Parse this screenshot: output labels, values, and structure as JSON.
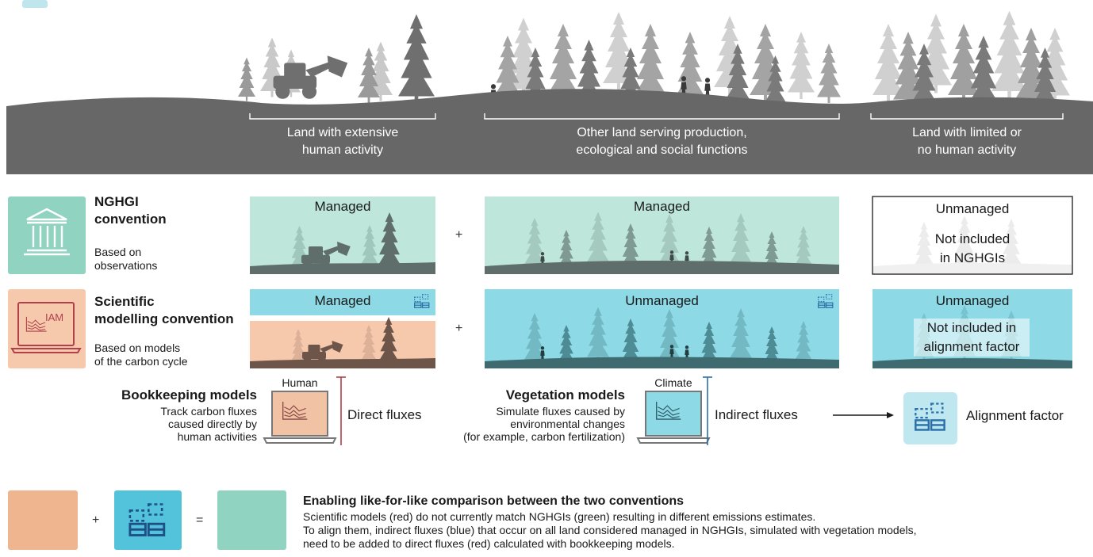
{
  "landscape": {
    "labels": [
      "Land with extensive\nhuman activity",
      "Other land serving production,\necological and social functions",
      "Land with limited or\nno human activity"
    ]
  },
  "nghgi": {
    "title": "NGHGI\nconvention",
    "subtitle": "Based on\nobservations",
    "panels": [
      "Managed",
      "Managed",
      "Unmanaged"
    ],
    "not_included": "Not included\nin NGHGIs"
  },
  "scientific": {
    "title": "Scientific\nmodelling convention",
    "subtitle": "Based on models\nof the carbon cycle",
    "panels": [
      "Managed",
      "Unmanaged",
      "Unmanaged"
    ],
    "not_included": "Not included in\nalignment factor",
    "icon_text": "IAM"
  },
  "operators": {
    "plus": "+",
    "equals": "="
  },
  "bookkeeping": {
    "title": "Bookkeeping models",
    "desc": "Track carbon fluxes\ncaused directly by\nhuman activities",
    "laptop_label": "Human",
    "flux": "Direct fluxes"
  },
  "vegetation": {
    "title": "Vegetation models",
    "desc": "Simulate fluxes caused by\nenvironmental changes\n(for example, carbon fertilization)",
    "laptop_label": "Climate",
    "flux": "Indirect fluxes"
  },
  "alignment": {
    "label": "Alignment factor"
  },
  "bottom": {
    "title": "Enabling like-for-like comparison between the two conventions",
    "lines": [
      "Scientific models (red) do not currently match NGHGIs (green) resulting in different emissions estimates.",
      "To align them, indirect fluxes (blue) that occur on all land considered managed in NGHGIs, simulated with vegetation models,",
      "need to be added to direct fluxes (red) calculated with bookkeeping models."
    ]
  },
  "colors": {
    "ground": "#676767",
    "green": "#bfe6da",
    "green_strong": "#8fd3c0",
    "blue": "#8dd9e6",
    "blue_strong": "#53c3dc",
    "orange": "#f6c9ad",
    "orange_strong": "#eeb58f",
    "red_line": "#b1404a",
    "blue_line": "#2a6fa8"
  }
}
